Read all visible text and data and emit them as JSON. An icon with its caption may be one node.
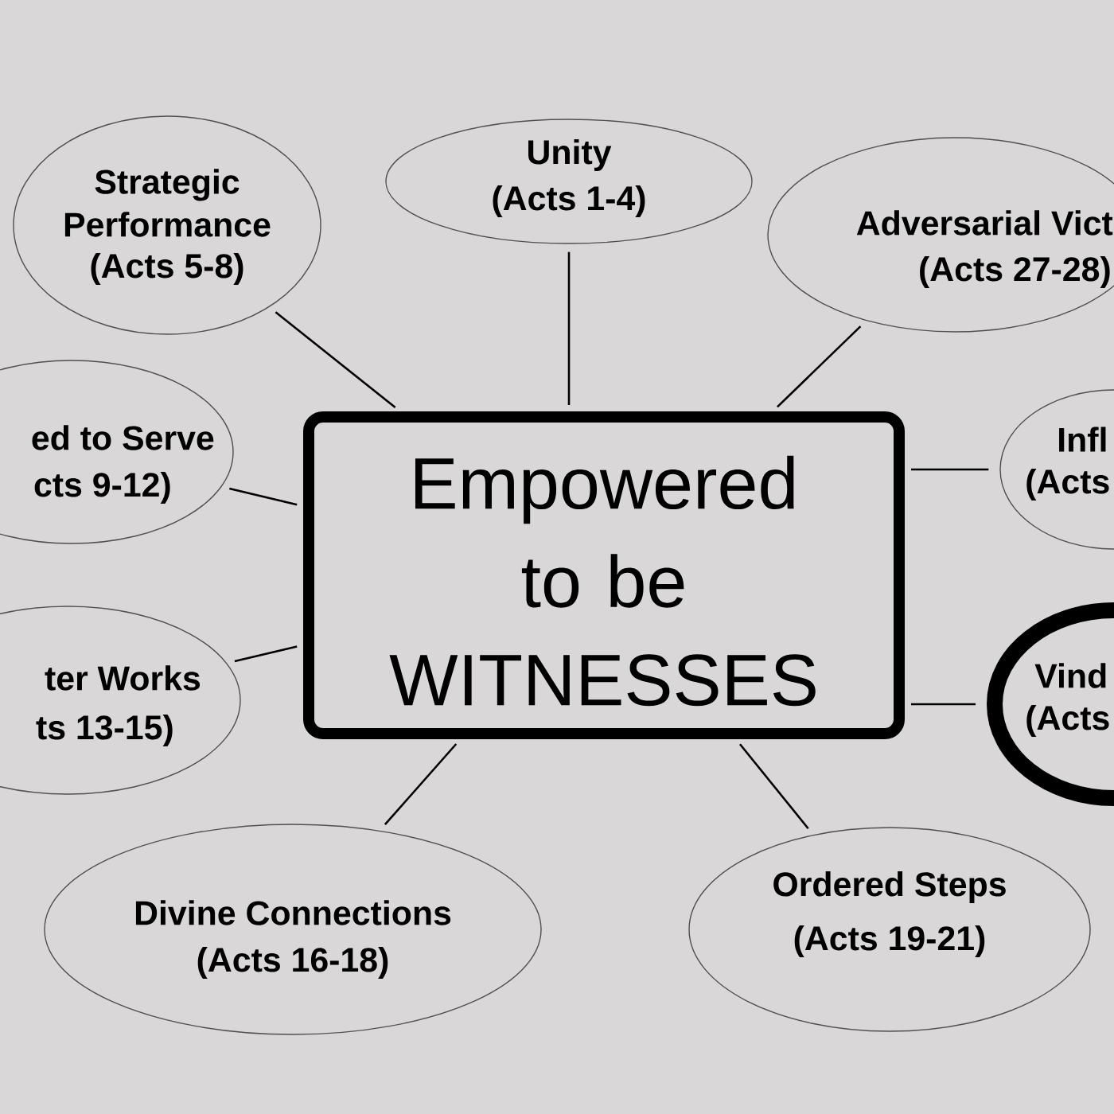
{
  "diagram": {
    "nodes": [
      {
        "text": [
          "Strategic Performance",
          "(Acts 5-8)"
        ]
      },
      {
        "text": [
          "Unity",
          "(Acts 1-4)"
        ]
      },
      {
        "text": [
          "Adversarial Vict",
          "(Acts 27-28)"
        ]
      },
      {
        "text": [
          "ed to Serve",
          "cts 9-12)"
        ]
      },
      {
        "text": [
          "Empowered to be WITNESSES"
        ]
      },
      {
        "text": [
          "Infl",
          "(Acts"
        ]
      },
      {
        "text": [
          "ter Works",
          "ts 13-15)"
        ]
      },
      {
        "text": [
          "Vind",
          "(Acts"
        ]
      },
      {
        "text": [
          "Divine Connections",
          "(Acts 16-18)"
        ]
      },
      {
        "text": [
          "Ordered Steps",
          "(Acts 19-21)"
        ]
      }
    ],
    "edges": [
      {
        "from": 4,
        "to": 0,
        "arrow": "none"
      },
      {
        "from": 4,
        "to": 1,
        "arrow": "none"
      },
      {
        "from": 4,
        "to": 2,
        "arrow": "none"
      },
      {
        "from": 4,
        "to": 3,
        "arrow": "none"
      },
      {
        "from": 4,
        "to": 5,
        "arrow": "none"
      },
      {
        "from": 4,
        "to": 6,
        "arrow": "none"
      },
      {
        "from": 4,
        "to": 7,
        "arrow": "none"
      },
      {
        "from": 4,
        "to": 8,
        "arrow": "none"
      },
      {
        "from": 4,
        "to": 9,
        "arrow": "none"
      }
    ]
  }
}
